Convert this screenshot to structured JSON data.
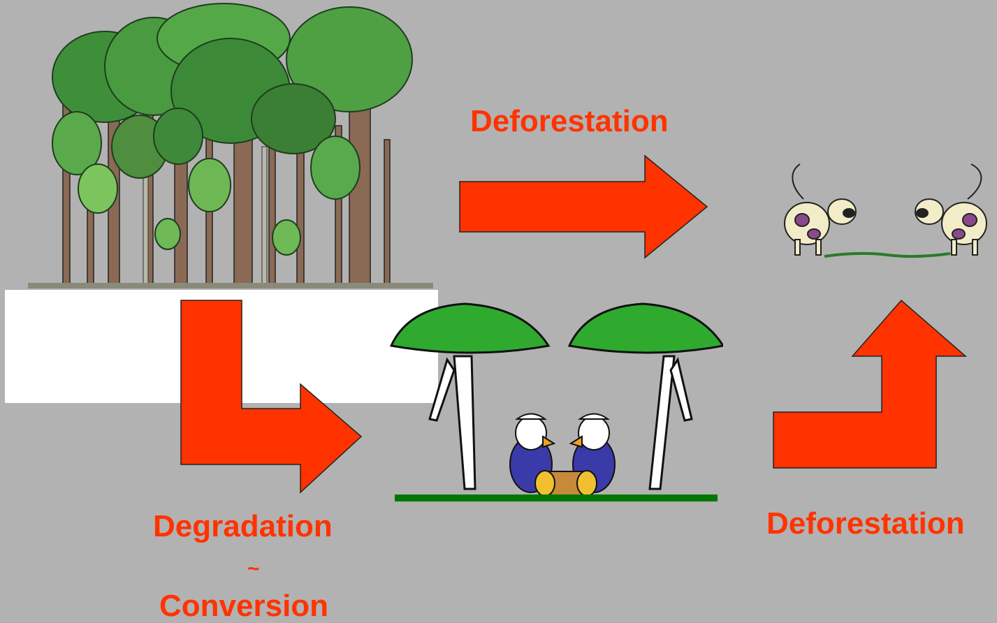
{
  "colors": {
    "background": "#b2b2b2",
    "arrow_fill": "#ff3300",
    "label_text": "#ff3300",
    "ground": "#007700"
  },
  "labels": {
    "deforestation_top": "Deforestation",
    "degradation": "Degradation",
    "tilde": "~",
    "conversion": "Conversion",
    "deforestation_right": "Deforestation"
  }
}
